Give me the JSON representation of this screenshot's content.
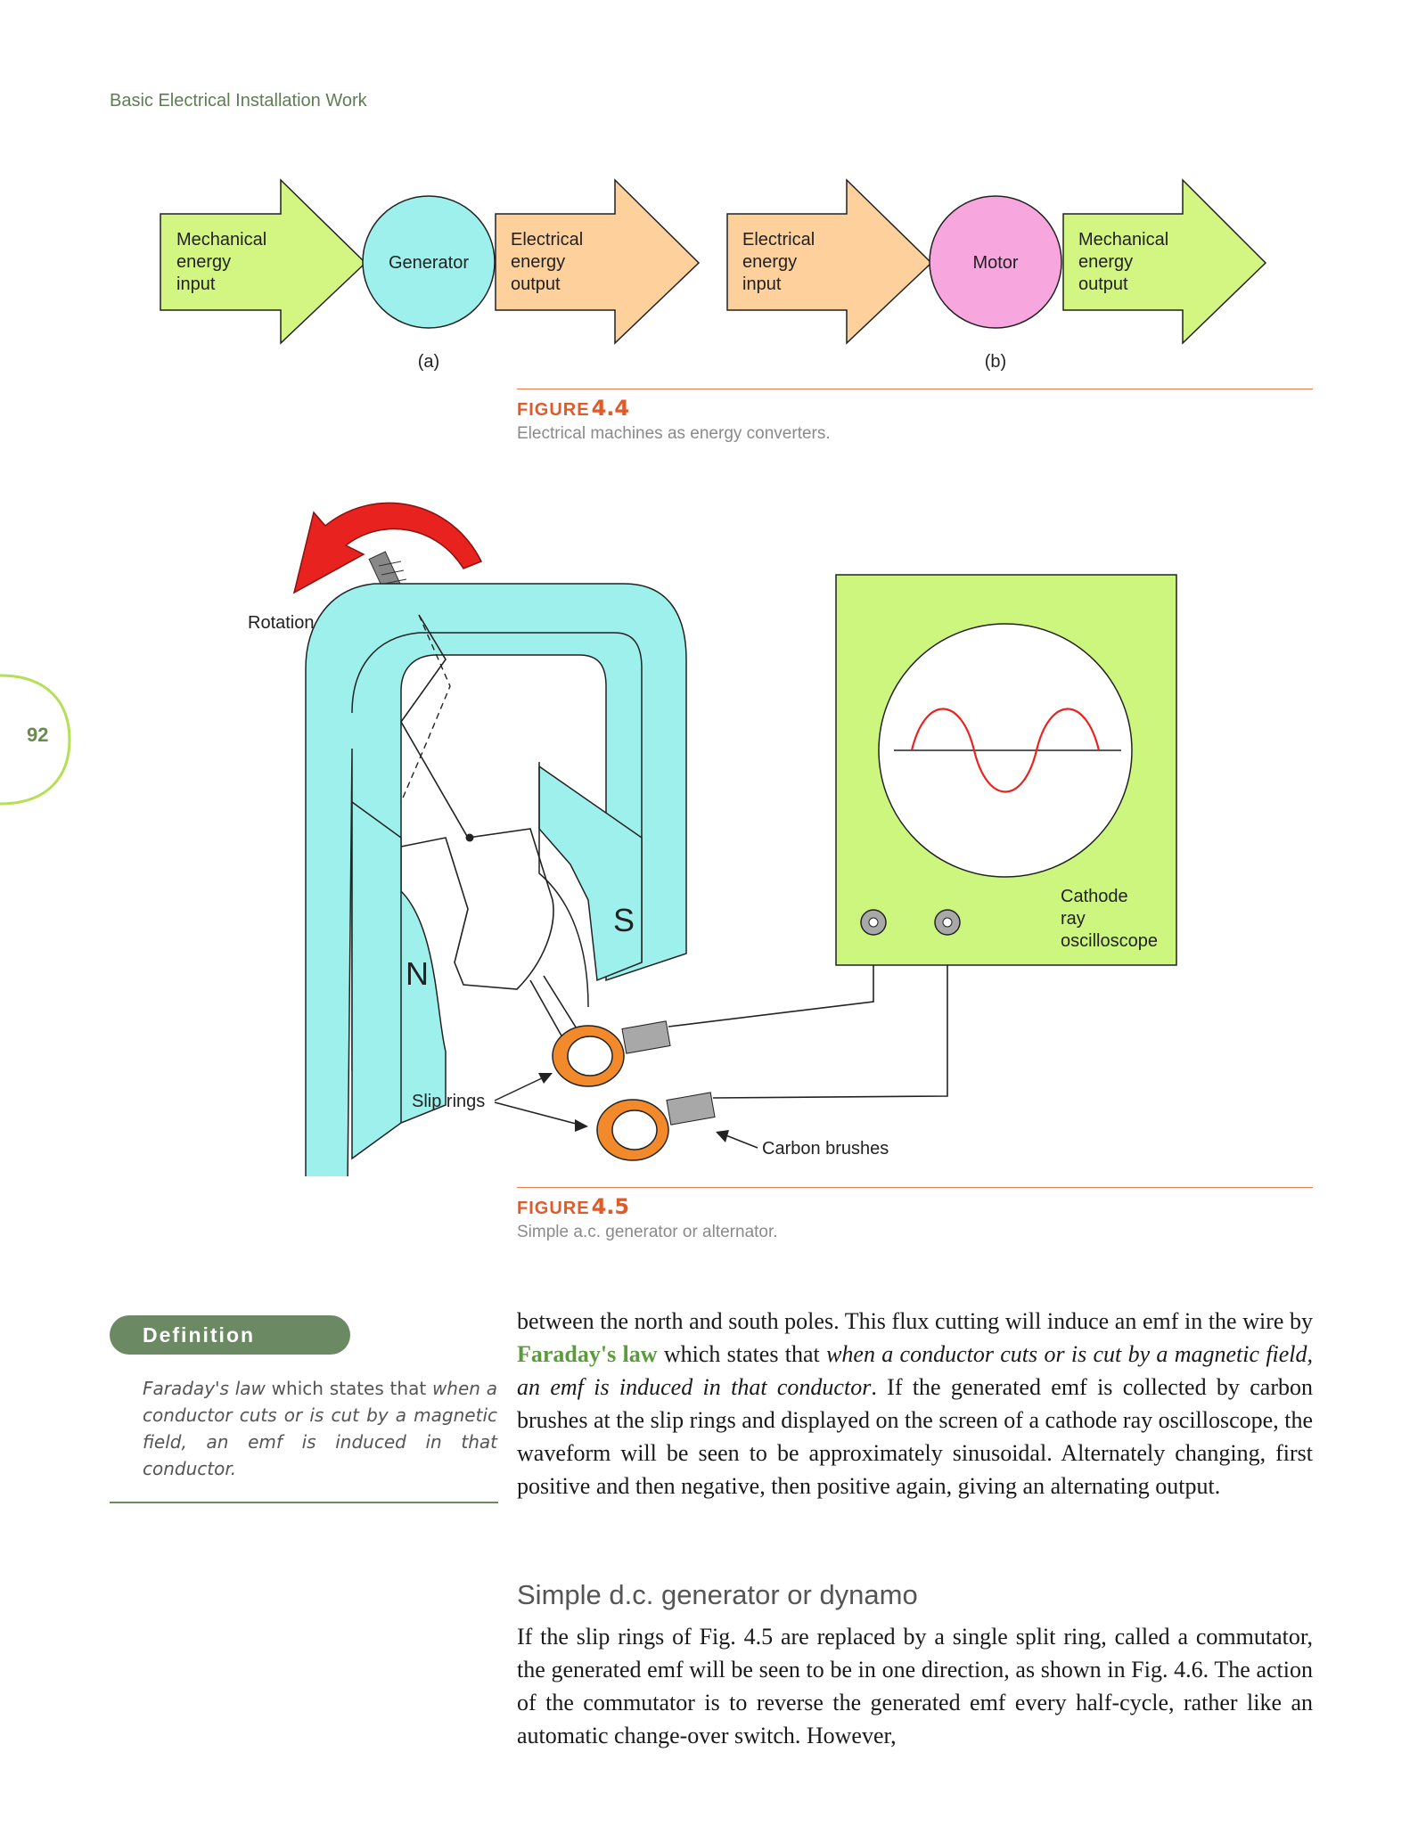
{
  "header": {
    "running_head": "Basic Electrical Installation Work",
    "page_number": "92"
  },
  "figure_4_4": {
    "label": "FIGURE",
    "number": "4.4",
    "caption": "Electrical machines as energy converters.",
    "panel_a": {
      "tag": "(a)",
      "input_arrow": [
        "Mechanical",
        "energy",
        "input"
      ],
      "machine": "Generator",
      "output_arrow": [
        "Electrical",
        "energy",
        "output"
      ]
    },
    "panel_b": {
      "tag": "(b)",
      "input_arrow": [
        "Electrical",
        "energy",
        "input"
      ],
      "machine": "Motor",
      "output_arrow": [
        "Mechanical",
        "energy",
        "output"
      ]
    },
    "colors": {
      "mechanical": "#d3f582",
      "electrical": "#fdd09c",
      "generator": "#9ef0ec",
      "motor": "#f7a6de"
    }
  },
  "figure_4_5": {
    "label": "FIGURE",
    "number": "4.5",
    "caption": "Simple a.c. generator or alternator.",
    "labels": {
      "rotation": "Rotation",
      "north": "N",
      "south": "S",
      "slip_rings": "Slip rings",
      "carbon_brushes": "Carbon brushes",
      "cro": [
        "Cathode",
        "ray",
        "oscilloscope"
      ]
    },
    "colors": {
      "magnet": "#9ef0ec",
      "scope": "#cdf67e",
      "arrow": "#e8231f",
      "rings": "#f28a2c"
    }
  },
  "definition": {
    "title": "Definition",
    "term": "Faraday's law",
    "text": "which states that",
    "italic": "when a conductor cuts or is cut by a magnetic field, an emf is induced in that conductor."
  },
  "body": {
    "p1_start": "between the north and south poles. This flux cutting will induce an emf in the wire by",
    "p1_term": "Faraday's law",
    "p1_mid": "which states that",
    "p1_italic": "when a conductor cuts or is cut by a magnetic field, an emf is induced in that conductor",
    "p1_end": ". If the generated emf is collected by carbon brushes at the slip rings and displayed on the screen of a cathode ray oscilloscope, the waveform will be seen to be approximately sinusoidal. Alternately changing, first positive and then negative, then positive again, giving an alternating output.",
    "section_heading": "Simple d.c. generator or dynamo",
    "p2": "If the slip rings of Fig. 4.5 are replaced by a single split ring, called a commutator, the generated emf will be seen to be in one direction, as shown in Fig. 4.6. The action of the commutator is to reverse the generated emf every half-cycle, rather like an automatic change-over switch. However,"
  }
}
